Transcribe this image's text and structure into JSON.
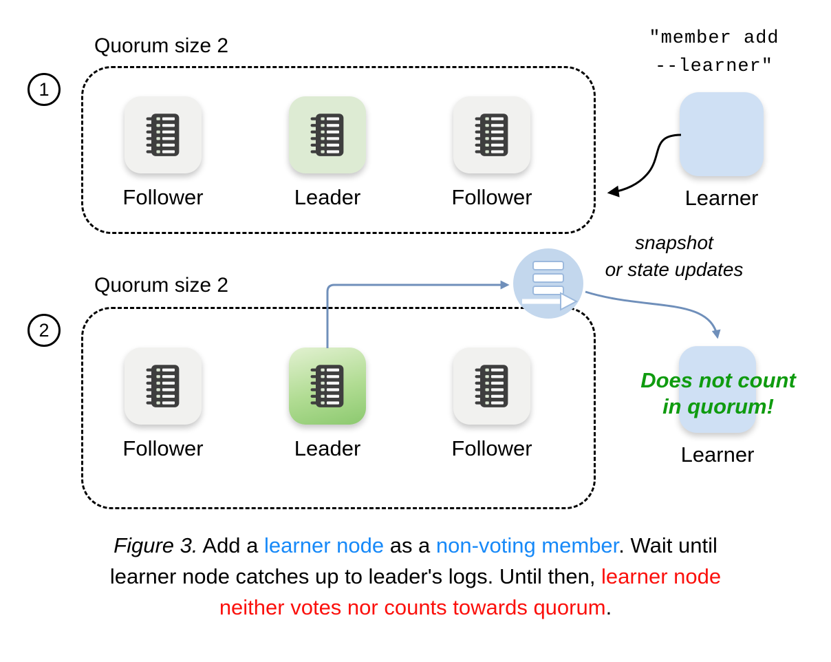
{
  "colors": {
    "accent_blue": "#1789f8",
    "alert_red": "#fb100c",
    "success_green": "#0f9b0f",
    "learner_box": "#cfe0f4",
    "follower_box": "#f1f1ef",
    "leader_box_step1": "#ddebd3",
    "leader_box_step2": "#8cc96f",
    "arrow_blue": "#6f8fba"
  },
  "section1": {
    "step_number": "1",
    "quorum_label": "Quorum size 2",
    "nodes": [
      {
        "label": "Follower",
        "role": "follower"
      },
      {
        "label": "Leader",
        "role": "leader"
      },
      {
        "label": "Follower",
        "role": "follower"
      }
    ],
    "learner": {
      "command_line1": "\"member add",
      "command_line2": "--learner\"",
      "label": "Learner"
    }
  },
  "section2": {
    "step_number": "2",
    "quorum_label": "Quorum size 2",
    "nodes": [
      {
        "label": "Follower",
        "role": "follower"
      },
      {
        "label": "Leader",
        "role": "leader"
      },
      {
        "label": "Follower",
        "role": "follower"
      }
    ],
    "replication": {
      "line1": "snapshot",
      "line2": "or state updates"
    },
    "learner": {
      "note_line1": "Does not count",
      "note_line2": "in quorum!",
      "label": "Learner"
    }
  },
  "caption": {
    "line1": [
      {
        "text": "Figure 3.",
        "style": "italic"
      },
      {
        "text": " Add a ",
        "style": "normal"
      },
      {
        "text": "learner node",
        "style": "blue"
      },
      {
        "text": " as a ",
        "style": "normal"
      },
      {
        "text": "non-voting member",
        "style": "blue"
      },
      {
        "text": ". Wait until",
        "style": "normal"
      }
    ],
    "line2": [
      {
        "text": "learner node catches up to leader's logs. Until then, ",
        "style": "normal"
      },
      {
        "text": "learner node",
        "style": "red"
      }
    ],
    "line3": [
      {
        "text": "neither votes nor counts towards quorum",
        "style": "red"
      },
      {
        "text": ".",
        "style": "normal"
      }
    ]
  }
}
